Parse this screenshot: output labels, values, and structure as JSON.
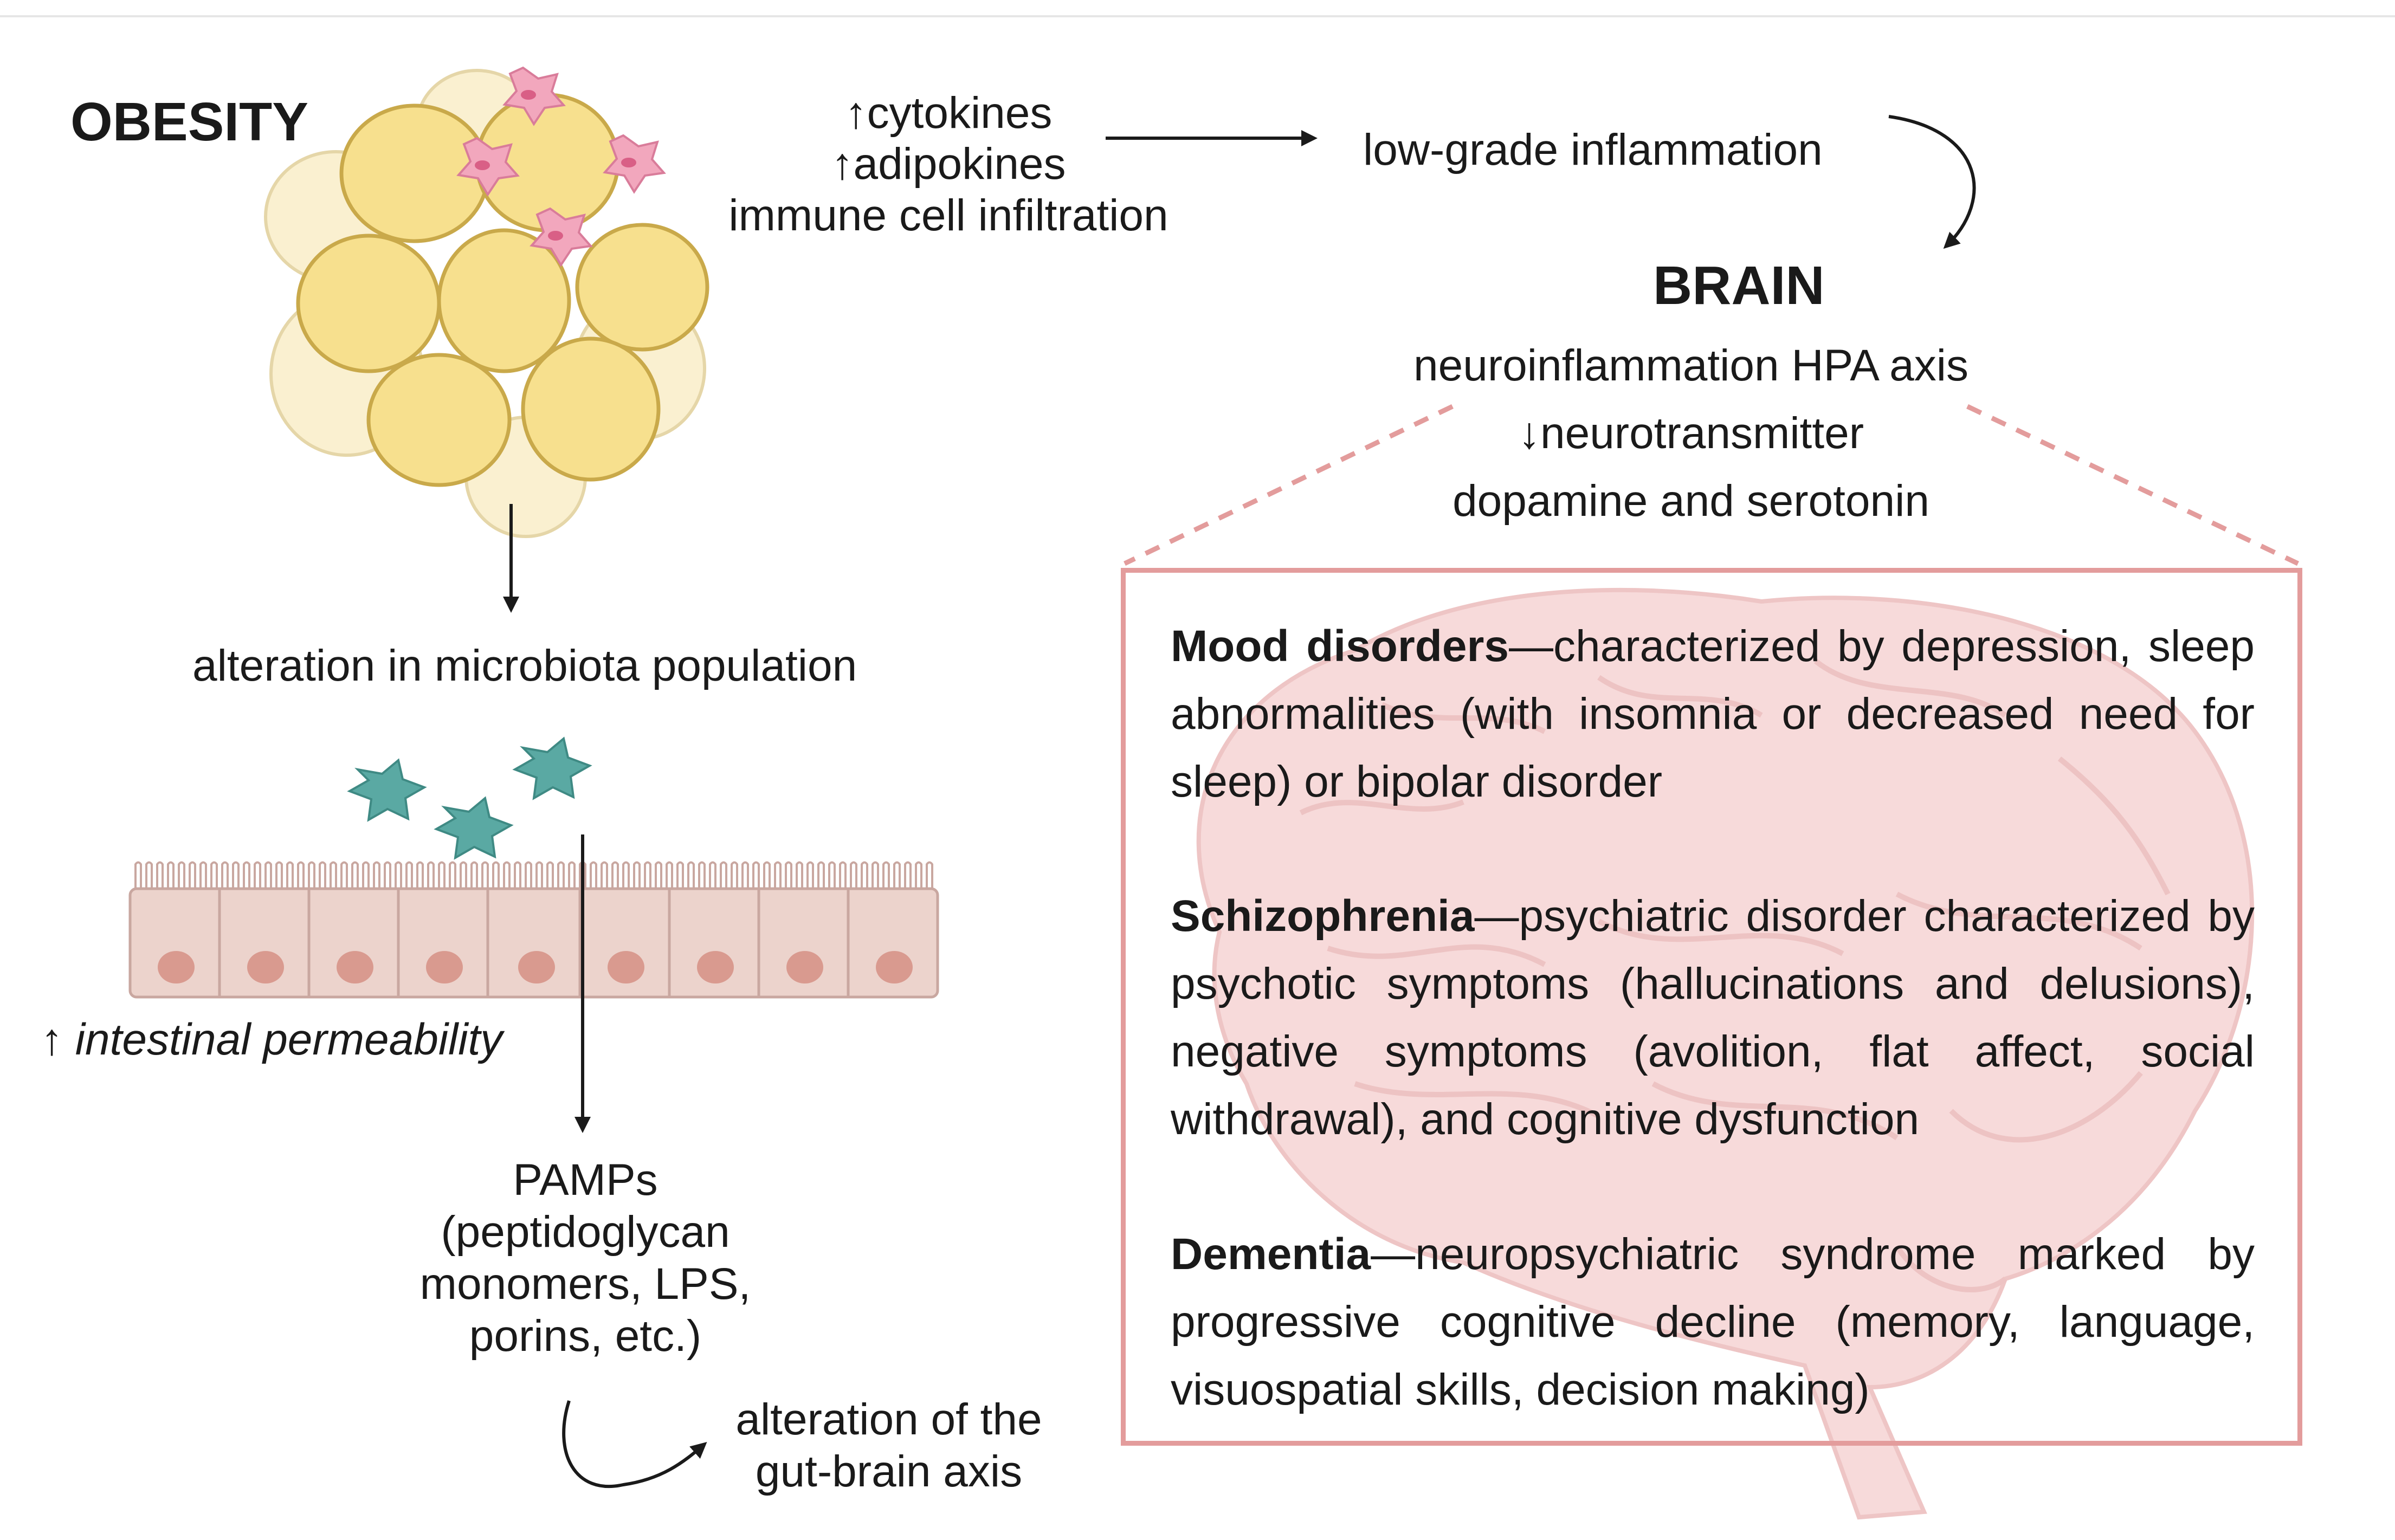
{
  "obesity_label": "OBESITY",
  "inflammation_factors": {
    "line1": "↑cytokines",
    "line2": "↑adipokines",
    "line3": "immune cell infiltration"
  },
  "low_grade_inflammation": "low-grade inflammation",
  "brain_label": "BRAIN",
  "brain_effects": {
    "line1": "neuroinflammation HPA axis",
    "line2": "↓neurotransmitter",
    "line3": "dopamine and serotonin"
  },
  "microbiota_alteration": "alteration in microbiota population",
  "intestinal_permeability": "↑ intestinal permeability",
  "pamps": {
    "line1": "PAMPs",
    "line2": "(peptidoglycan",
    "line3": "monomers, LPS,",
    "line4": "porins, etc.)"
  },
  "gut_brain": {
    "line1": "alteration of the",
    "line2": "gut-brain axis"
  },
  "disorders": [
    {
      "term": "Mood disorders",
      "description": "—characterized by depression, sleep abnormalities (with insomnia or decreased need for sleep) or bipolar disorder"
    },
    {
      "term": "Schizophrenia",
      "description": "—psychiatric disorder characterized by psychotic symptoms (hallucinations and delusions), negative symptoms (avolition, flat affect, social withdrawal), and cognitive dysfunction"
    },
    {
      "term": "Dementia",
      "description": "—neuropsychiatric syndrome marked by progressive cognitive decline (memory, language, visuospatial skills, decision making)"
    }
  ],
  "colors": {
    "adipocyte_fill": "#f7e08e",
    "adipocyte_stroke": "#c9a94a",
    "immune_cell": "#f2a7bd",
    "bacteria": "#5aa9a3",
    "epithelium": "#ecd3cc",
    "nucleus": "#d99a8f",
    "brain": "#f5cfcf",
    "box_border": "#e39c9c"
  }
}
